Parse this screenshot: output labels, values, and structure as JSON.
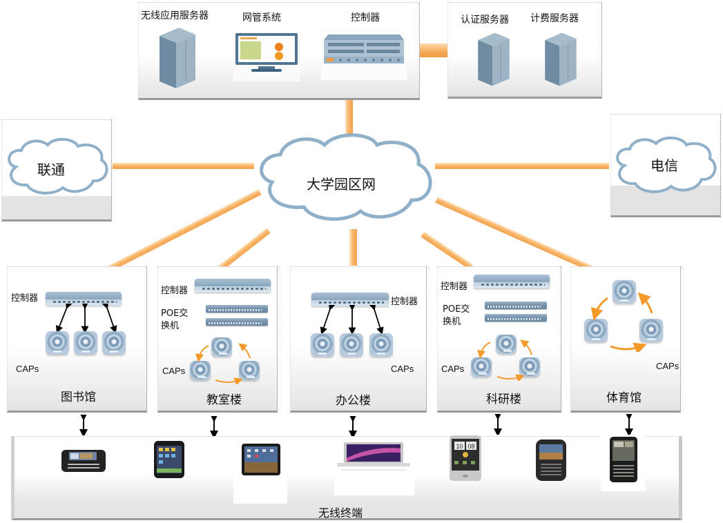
{
  "diagram": {
    "title": "大学园区网",
    "core": {
      "label": "大学园区网"
    },
    "top_left_group": {
      "items": [
        {
          "label": "无线应用服务器",
          "icon": "server-tower-icon"
        },
        {
          "label": "网管系统",
          "icon": "monitor-icon"
        },
        {
          "label": "控制器",
          "icon": "controller-chassis-icon"
        }
      ]
    },
    "top_right_group": {
      "items": [
        {
          "label": "认证服务器",
          "icon": "server-tower-icon"
        },
        {
          "label": "计费服务器",
          "icon": "server-tower-icon"
        }
      ]
    },
    "isps": [
      {
        "label": "联通",
        "side": "left"
      },
      {
        "label": "电信",
        "side": "right"
      }
    ],
    "buildings": [
      {
        "name": "图书馆",
        "controller_label": "控制器",
        "caps_label": "CAPs",
        "topology": "controller-to-aps"
      },
      {
        "name": "教室楼",
        "controller_label": "控制器",
        "switch_label": "POE交换机",
        "caps_label": "CAPs",
        "topology": "poe-switch-ring"
      },
      {
        "name": "办公楼",
        "controller_label": "控制器",
        "caps_label": "CAPs",
        "topology": "controller-to-aps"
      },
      {
        "name": "科研楼",
        "controller_label": "控制器",
        "switch_label": "POE交换机",
        "caps_label": "CAPs",
        "topology": "poe-switch-ring"
      },
      {
        "name": "体育馆",
        "caps_label": "CAPs",
        "topology": "ap-ring"
      }
    ],
    "terminals": {
      "label": "无线终端",
      "devices": [
        {
          "name": "slider-phone",
          "icon": "slider-phone-icon"
        },
        {
          "name": "iphone",
          "icon": "smartphone-icon"
        },
        {
          "name": "ipad",
          "icon": "tablet-icon"
        },
        {
          "name": "macbook",
          "icon": "laptop-icon"
        },
        {
          "name": "htc-phone",
          "icon": "smartphone-icon",
          "screen_text": "10 08"
        },
        {
          "name": "blackberry",
          "icon": "qwerty-phone-icon"
        },
        {
          "name": "qwerty-android",
          "icon": "qwerty-phone-icon"
        }
      ]
    },
    "colors": {
      "link": "#f6aa55",
      "cloud_outline": "#8fb0c8",
      "device_blue": "#7d9ab3",
      "panel_grey": "#e4e4e4"
    }
  }
}
